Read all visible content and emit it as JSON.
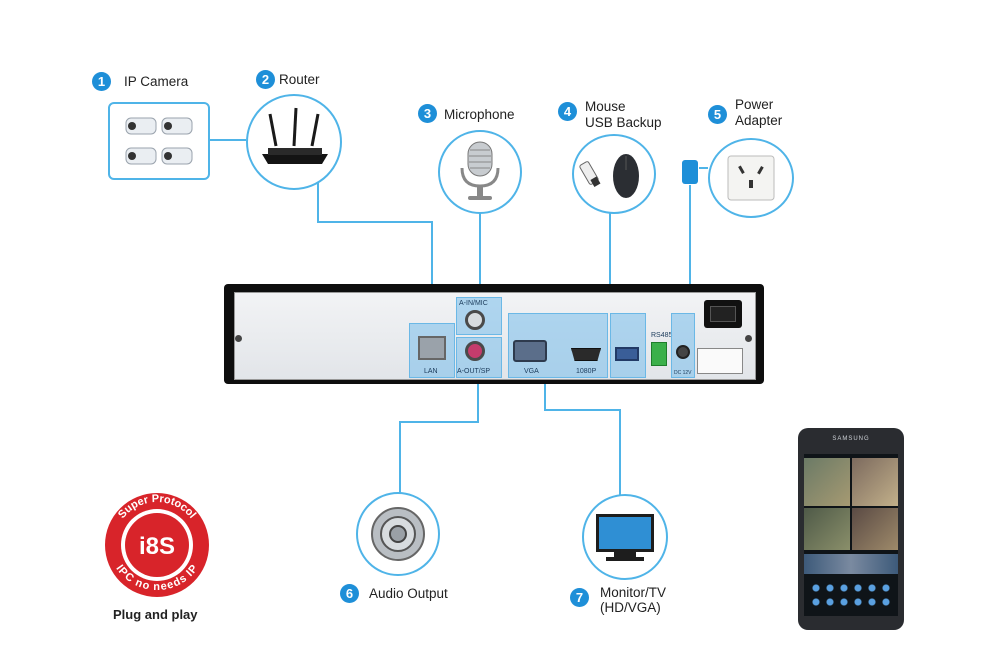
{
  "items": [
    {
      "number": "1",
      "label": "IP Camera"
    },
    {
      "number": "2",
      "label": "Router"
    },
    {
      "number": "3",
      "label": "Microphone"
    },
    {
      "number": "4",
      "label_line1": "Mouse",
      "label_line2": "USB Backup"
    },
    {
      "number": "5",
      "label_line1": "Power",
      "label_line2": "Adapter"
    },
    {
      "number": "6",
      "label": "Audio Output"
    },
    {
      "number": "7",
      "label_line1": "Monitor/TV",
      "label_line2": "(HD/VGA)"
    }
  ],
  "ports": {
    "lan": "LAN",
    "ain": "A-IN/MIC",
    "aout": "A-OUT/SP",
    "vga": "VGA",
    "hdmi": "1080P",
    "rs485": "RS485",
    "dc": "DC 12V"
  },
  "logo": {
    "top_text": "Super Protocol",
    "bottom_text": "IPC no needs IP",
    "center_text": "i8S",
    "tagline": "Plug and play"
  },
  "phone": {
    "brand": "SAMSUNG"
  },
  "colors": {
    "accent": "#1e8fd8",
    "line": "#4fb4e8",
    "logo_red": "#d8242a"
  }
}
